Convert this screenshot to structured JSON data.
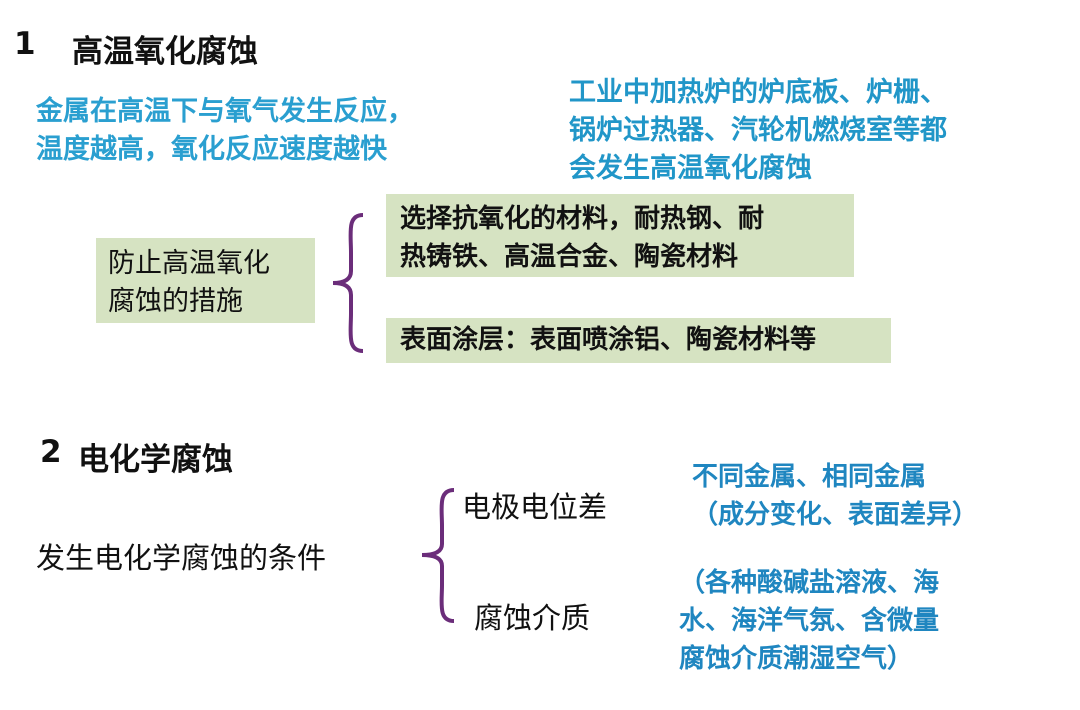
{
  "section1": {
    "number": "1",
    "title": "高温氧化腐蚀",
    "definition": [
      "金属在高温下与氧气发生反应，",
      "温度越高，氧化反应速度越快"
    ],
    "examples": [
      "工业中加热炉的炉底板、炉栅、",
      "锅炉过热器、汽轮机燃烧室等都",
      "会发生高温氧化腐蚀"
    ],
    "measures_label": [
      "防止高温氧化",
      "腐蚀的措施"
    ],
    "measure_1": [
      "选择抗氧化的材料，耐热钢、耐",
      "热铸铁、高温合金、陶瓷材料"
    ],
    "measure_2": "表面涂层：表面喷涂铝、陶瓷材料等"
  },
  "section2": {
    "number": "2",
    "title": "电化学腐蚀",
    "conditions_label": "发生电化学腐蚀的条件",
    "condition_1": "电极电位差",
    "condition_1_note": [
      "不同金属、相同金属",
      "（成分变化、表面差异）"
    ],
    "condition_2": "腐蚀介质",
    "condition_2_note": [
      "（各种酸碱盐溶液、海",
      "水、海洋气氛、含微量",
      "腐蚀介质潮湿空气）"
    ]
  },
  "colors": {
    "accent_blue": "#2a9fd0",
    "box_green": "#d6e3c2",
    "brace_purple": "#6b2d7a"
  }
}
